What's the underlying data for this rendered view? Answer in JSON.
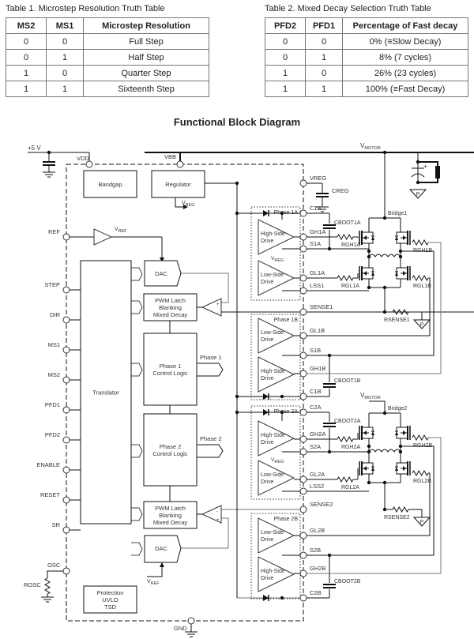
{
  "table1": {
    "caption": "Table 1. Microstep Resolution Truth Table",
    "headers": [
      "MS2",
      "MS1",
      "Microstep Resolution"
    ],
    "rows": [
      [
        "0",
        "0",
        "Full Step"
      ],
      [
        "0",
        "1",
        "Half Step"
      ],
      [
        "1",
        "0",
        "Quarter Step"
      ],
      [
        "1",
        "1",
        "Sixteenth Step"
      ]
    ]
  },
  "table2": {
    "caption": "Table 2. Mixed Decay Selection Truth Table",
    "headers": [
      "PFD2",
      "PFD1",
      "Percentage of Fast decay"
    ],
    "rows": [
      [
        "0",
        "0",
        "0% (≡Slow Decay)"
      ],
      [
        "0",
        "1",
        "8% (7 cycles)"
      ],
      [
        "1",
        "0",
        "26% (23 cycles)"
      ],
      [
        "1",
        "1",
        "100% (≡Fast Decay)"
      ]
    ]
  },
  "diagram": {
    "title": "Functional Block Diagram",
    "supply": {
      "plus5v": "+5 V",
      "vdd": "VDD",
      "vbb": "VBB",
      "vmotor": "V",
      "vmotor_sub": "MOTOR",
      "gnd": "GND"
    },
    "blocks": {
      "bandgap": "Bandgap",
      "regulator": "Regulator",
      "translator": "Translator",
      "dac": "DAC",
      "pwm": [
        "PWM Latch",
        "Blanking",
        "Mixed Decay"
      ],
      "phase1_logic": [
        "Phase 1",
        "Control Logic"
      ],
      "phase2_logic": [
        "Phase 2",
        "Control Logic"
      ],
      "protection": [
        "Protection",
        "UVLO",
        "TSD"
      ],
      "high_side": [
        "High-Side",
        "Drive"
      ],
      "low_side": [
        "Low-Side",
        "Drive"
      ]
    },
    "signals": {
      "vreg": "V",
      "vreg_sub": "REG",
      "vref": "V",
      "vref_sub": "REF",
      "phase1": "Phase 1",
      "phase2": "Phase 2"
    },
    "inputs": [
      "REF",
      "STEP",
      "DIR",
      "MS1",
      "MS2",
      "PFD1",
      "PFD2",
      "ENABLE",
      "RESET",
      "SR",
      "OSC"
    ],
    "rosc": "ROSC",
    "phase_groups": [
      "Phase 1A",
      "Phase 1B",
      "Phase 2A",
      "Phase 2B"
    ],
    "pins_right": {
      "vreg": "VREG",
      "creg": "CREG",
      "c1a": "C1A",
      "gh1a": "GH1A",
      "s1a": "S1A",
      "gl1a": "GL1A",
      "lss1": "LSS1",
      "sense1": "SENSE1",
      "gl1b": "GL1B",
      "s1b": "S1B",
      "gh1b": "GH1B",
      "c1b": "C1B",
      "c2a": "C2A",
      "gh2a": "GH2A",
      "s2a": "S2A",
      "gl2a": "GL2A",
      "lss2": "LSS2",
      "sense2": "SENSE2",
      "gl2b": "GL2B",
      "s2b": "S2B",
      "gh2b": "GH2B",
      "c2b": "C2B"
    },
    "components": {
      "cboot1a": "CBOOT1A",
      "cboot1b": "CBOOT1B",
      "cboot2a": "CBOOT2A",
      "cboot2b": "CBOOT2B",
      "rgh1a": "RGH1A",
      "rgh1b": "RGH1B",
      "rgl1a": "RGL1A",
      "rgl1b": "RGL1B",
      "rgh2a": "RGH2A",
      "rgh2b": "RGH2B",
      "rgl2a": "RGL2A",
      "rgl2b": "RGL2B",
      "rsense1": "RSENSE1",
      "rsense2": "RSENSE2",
      "bridge1": "Bridge1",
      "bridge2": "Bridge2",
      "p": "P"
    }
  }
}
